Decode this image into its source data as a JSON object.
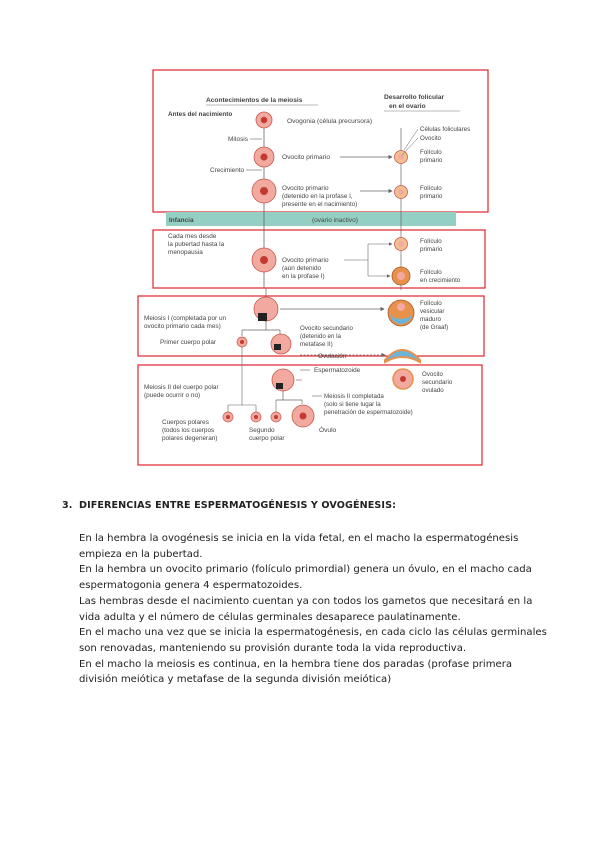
{
  "figure": {
    "col_left_header": "Acontecimientos de la meiosis",
    "col_right_header_1": "Desarrollo folicular",
    "col_right_header_2": "en el ovario",
    "antes": "Antes del nacimiento",
    "mitosis": "Mitosis",
    "crecimiento": "Crecimiento",
    "ovogonia": "Ovogonia (célula precursora)",
    "ovocito_primario_1": "Ovocito primario",
    "ovocito_primario_2a": "Ovocito primario",
    "ovocito_primario_2b": "(detenido en la profase I,",
    "ovocito_primario_2c": "presente en el nacimiento)",
    "celulas_foliculares": "Células foliculares",
    "ovocito": "Ovocito",
    "foliculo_primario_a1": "Folículo",
    "foliculo_primario_a2": "primario",
    "foliculo_primario_b1": "Folículo",
    "foliculo_primario_b2": "primario",
    "infancia": "Infancia",
    "ovario_inactivo": "(ovario inactivo)",
    "cada_mes_1": "Cada mes desde",
    "cada_mes_2": "la pubertad hasta la",
    "cada_mes_3": "menopausia",
    "ovocito_primario_3a": "Ovocito primario",
    "ovocito_primario_3b": "(aún detenido",
    "ovocito_primario_3c": "en la profase I)",
    "foliculo_primario_c1": "Folículo",
    "foliculo_primario_c2": "primario",
    "foliculo_crec_1": "Folículo",
    "foliculo_crec_2": "en crecimiento",
    "meiosis1_1": "Meiosis I (completada por un",
    "meiosis1_2": "ovocito primario cada mes)",
    "primer_cuerpo_polar": "Primer cuerpo polar",
    "ovocito_sec_1": "Ovocito secundario",
    "ovocito_sec_2": "(detenido en la",
    "ovocito_sec_3": "metafase II)",
    "foliculo_vesic_1": "Folículo",
    "foliculo_vesic_2": "vesicular",
    "foliculo_vesic_3": "maduro",
    "foliculo_vesic_4": "(de Graaf)",
    "ovulacion": "Ovulación",
    "espermatozoide": "Espermatozoide",
    "ovocito_sec_ov_1": "Ovocito",
    "ovocito_sec_ov_2": "secundario",
    "ovocito_sec_ov_3": "ovulado",
    "meiosis2_cp_1": "Meiosis II del cuerpo polar",
    "meiosis2_cp_2": "(puede ocurrir o no)",
    "cuerpos_polares_1": "Cuerpos polares",
    "cuerpos_polares_2": "(todos los cuerpos",
    "cuerpos_polares_3": "polares degeneran)",
    "meiosis2_comp_1": "Meiosis II completada",
    "meiosis2_comp_2": "(solo si tiene lugar la",
    "meiosis2_comp_3": "penetración de espermatozoide)",
    "segundo_cp_1": "Segundo",
    "segundo_cp_2": "cuerpo polar",
    "ovulo": "Óvulo"
  },
  "section": {
    "number": "3.",
    "title": "DIFERENCIAS ENTRE ESPERMATOGÉNESIS Y OVOGÉNESIS:",
    "lines": [
      "En la hembra la ovogénesis se inicia en la vida fetal, en el macho la espermatogénesis",
      "empieza en la pubertad.",
      "En la hembra un ovocito primario (folículo primordial) genera un óvulo, en el macho cada",
      "espermatogonia genera 4 espermatozoides.",
      "Las hembras desde el nacimiento cuentan ya con todos los gametos que necesitará en la",
      "vida adulta y el número de células germinales desaparece paulatinamente.",
      "En el macho una vez que se inicia la espermatogénesis, en cada ciclo las células germinales",
      "son renovadas, manteniendo su provisión durante toda la vida reproductiva.",
      "En el macho la meiosis es continua, en la hembra tiene dos paradas (profase primera",
      "división meiótica y metafase de la segunda división meiótica)"
    ]
  },
  "colors": {
    "highlight_box": "#e0232e",
    "infancia_band": "#94cfc4",
    "cell_fill": "#f2aaa0",
    "cell_stroke": "#c9574c",
    "nucleus": "#c23a30",
    "follicle": "#e8914a",
    "antrum": "#6ab4dc"
  }
}
